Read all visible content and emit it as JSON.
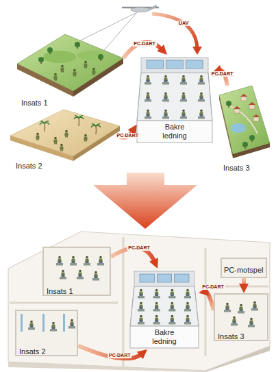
{
  "diagram": {
    "nodes": [
      {
        "text": [
          "Insats 1"
        ]
      },
      {
        "text": [
          "Insats 2"
        ]
      },
      {
        "text": [
          "Bakre ledning"
        ]
      },
      {
        "text": [
          "Insats 3"
        ]
      },
      {
        "text": [
          "Insats 1"
        ]
      },
      {
        "text": [
          "Bakre ledning"
        ]
      },
      {
        "text": [
          "PC-motspel"
        ]
      },
      {
        "text": [
          "Insats 2"
        ]
      },
      {
        "text": [
          "Insats 3"
        ]
      }
    ],
    "edges": [
      {
        "from": 0,
        "to": 2,
        "label": "PC-DART",
        "arrow": "to"
      },
      {
        "from": 1,
        "to": 2,
        "label": "PC-DART",
        "arrow": "to"
      },
      {
        "from": 3,
        "to": 2,
        "label": "PC-DART",
        "arrow": "to"
      },
      {
        "from": 4,
        "to": 5,
        "label": "PC-DART",
        "arrow": "to"
      },
      {
        "from": 7,
        "to": 5,
        "label": "PC-DART",
        "arrow": "to"
      },
      {
        "from": 8,
        "to": 5,
        "label": "PC-DART",
        "arrow": "to"
      },
      {
        "from": 6,
        "to": 8,
        "arrow": "to"
      }
    ],
    "labels": [
      "UAV"
    ]
  }
}
